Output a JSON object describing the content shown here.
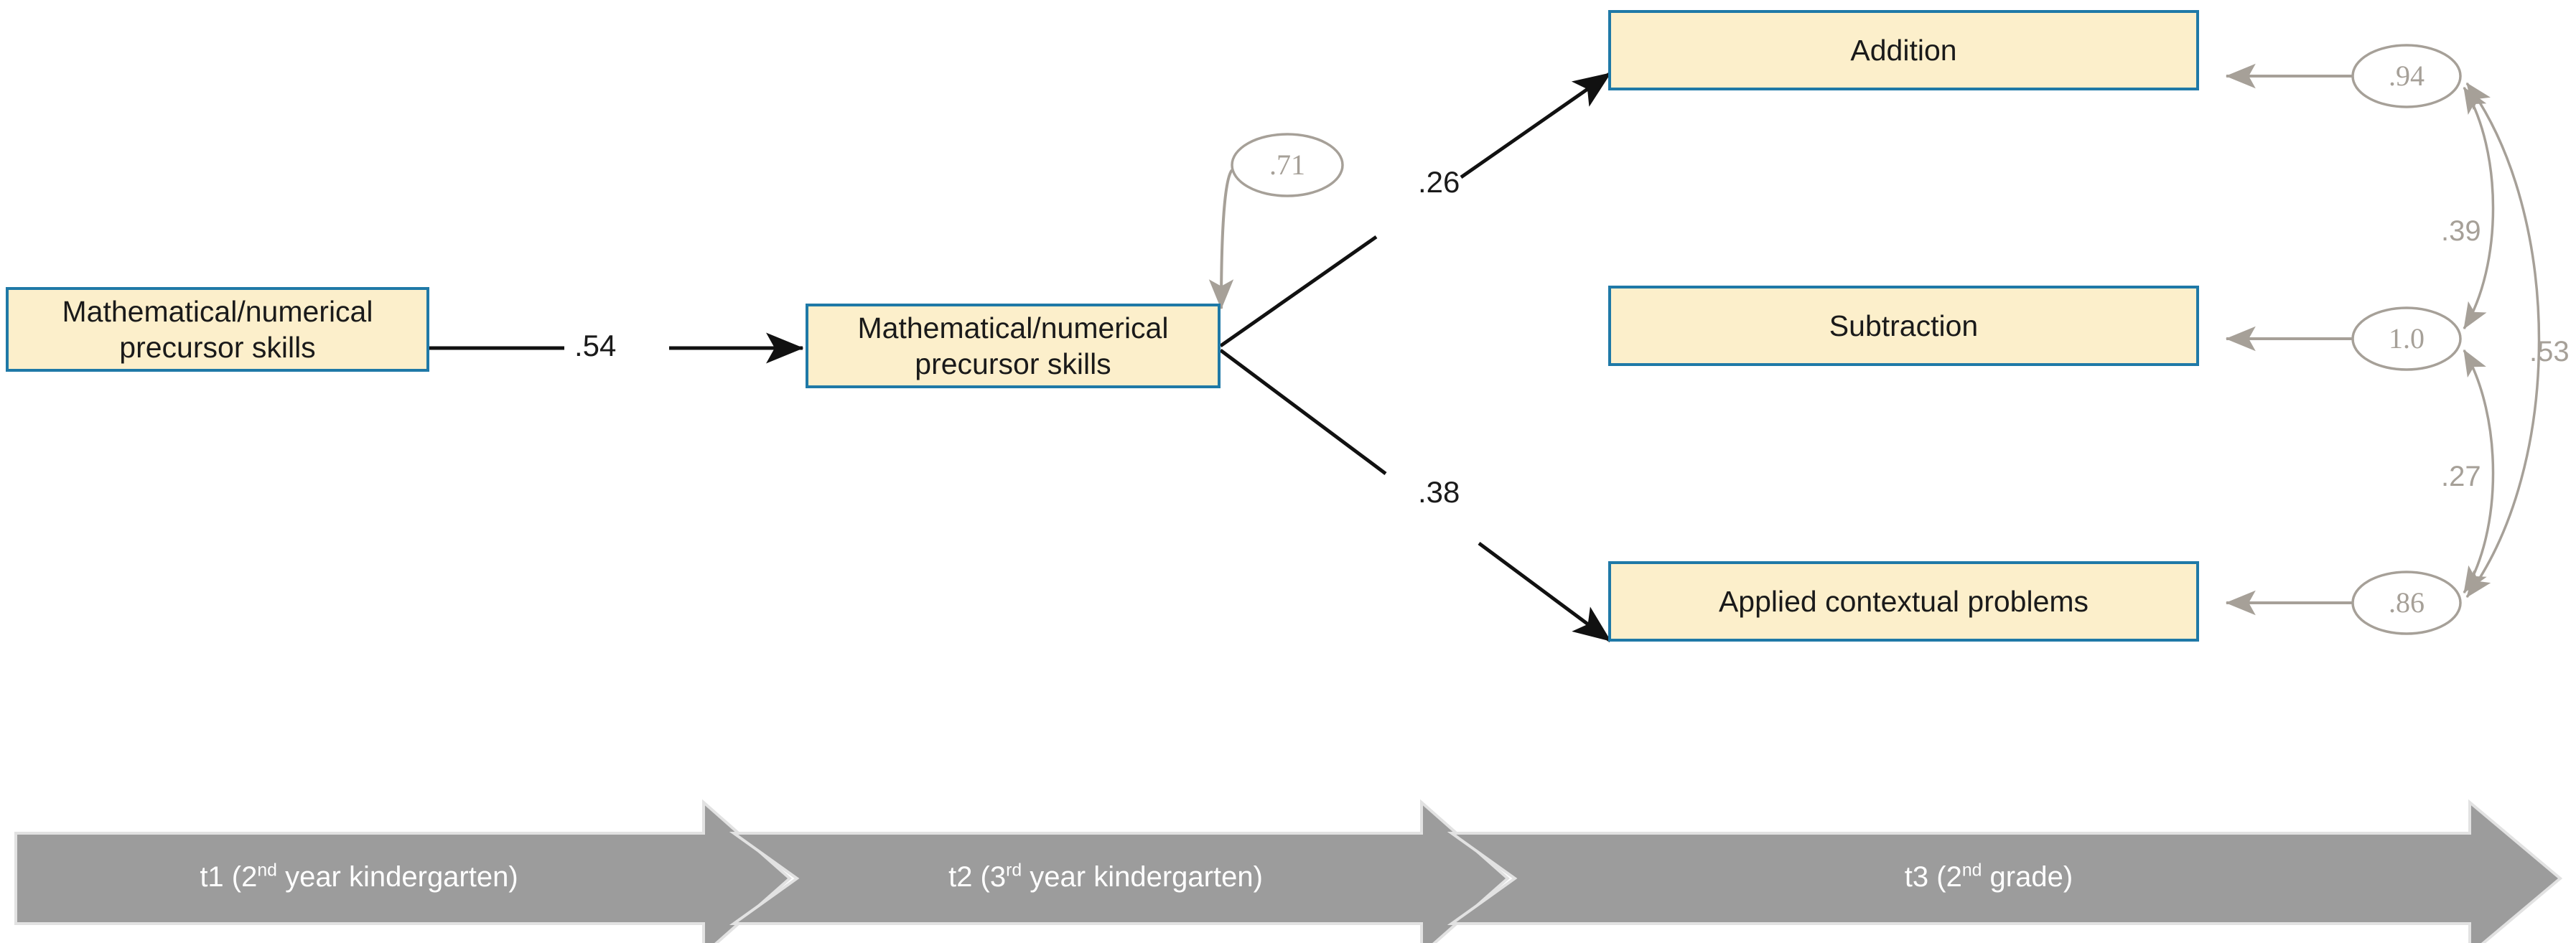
{
  "figure": {
    "type": "path-diagram",
    "colors": {
      "box_fill": "#FCEFCB",
      "box_border": "#1F79A7",
      "path_stroke": "#111111",
      "residual_stroke": "#a6a098",
      "timeline_fill": "#9C9C9C",
      "timeline_text": "#ffffff"
    }
  },
  "nodes": {
    "t1_precursor": {
      "line1": "Mathematical/numerical",
      "line2": "precursor skills"
    },
    "t2_precursor": {
      "line1": "Mathematical/numerical",
      "line2": "precursor skills"
    },
    "addition": {
      "label": "Addition"
    },
    "subtraction": {
      "label": "Subtraction"
    },
    "applied": {
      "label": "Applied contextual problems"
    }
  },
  "paths": {
    "t1_to_t2": ".54",
    "t2_to_addition": ".26",
    "t2_to_applied": ".38"
  },
  "residuals": {
    "t2_precursor": ".71",
    "addition": ".94",
    "subtraction": "1.0",
    "applied": ".86"
  },
  "correlations": {
    "addition_subtraction": ".39",
    "addition_applied": ".53",
    "subtraction_applied": ".27"
  },
  "timeline": {
    "t1": {
      "prefix": "t1 (2",
      "sup": "nd",
      "suffix": " year kindergarten)"
    },
    "t2": {
      "prefix": "t2 (3",
      "sup": "rd",
      "suffix": " year kindergarten)"
    },
    "t3": {
      "prefix": "t3 (2",
      "sup": "nd",
      "suffix": " grade)"
    }
  }
}
